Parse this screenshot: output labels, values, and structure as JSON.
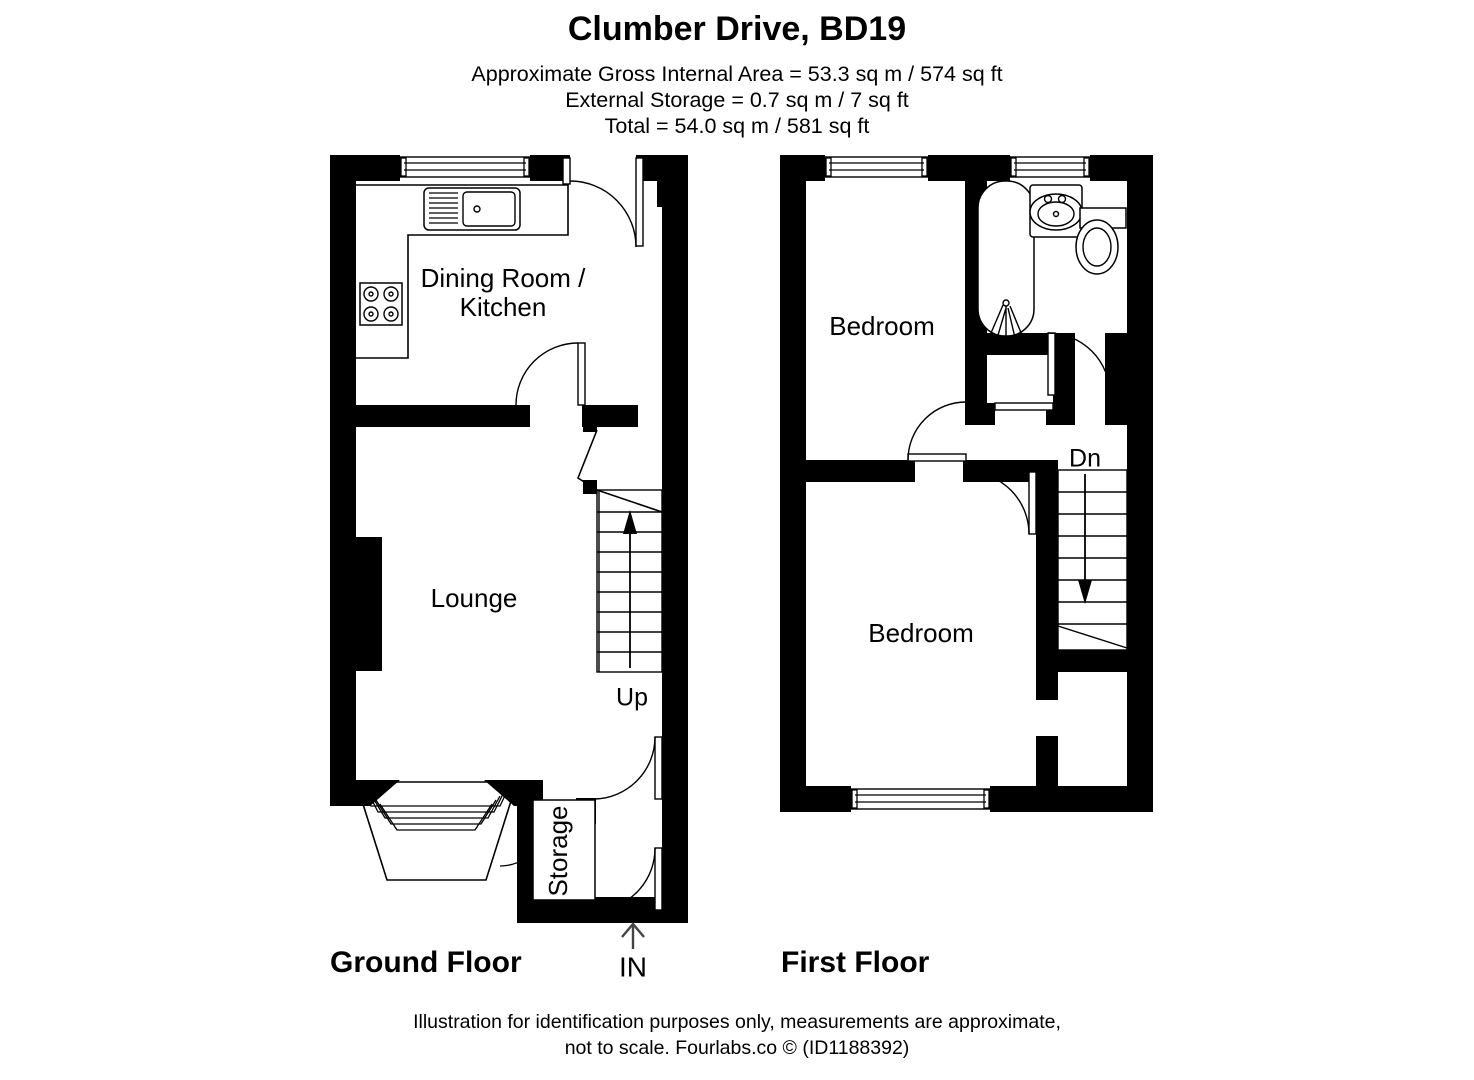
{
  "header": {
    "title": "Clumber Drive, BD19",
    "line1": "Approximate Gross Internal Area = 53.3 sq m / 574 sq ft",
    "line2": "External Storage = 0.7 sq m / 7 sq ft",
    "line3": "Total = 54.0 sq m / 581 sq ft"
  },
  "footer": {
    "line1": "Illustration for identification purposes only, measurements are approximate,",
    "line2": "not to scale. Fourlabs.co © (ID1188392)"
  },
  "ground_floor": {
    "label": "Ground Floor",
    "rooms": [
      {
        "name": "Dining Room /",
        "name2": "Kitchen"
      },
      {
        "name": "Lounge"
      },
      {
        "name": "Storage"
      }
    ],
    "stairs_label": "Up",
    "entrance_label": "IN"
  },
  "first_floor": {
    "label": "First Floor",
    "rooms": [
      {
        "name": "Bedroom"
      },
      {
        "name": "Bedroom"
      }
    ],
    "stairs_label": "Dn"
  },
  "colors": {
    "wall": "#000000",
    "background": "#ffffff",
    "text": "#000000",
    "in_arrow": "#444444"
  }
}
